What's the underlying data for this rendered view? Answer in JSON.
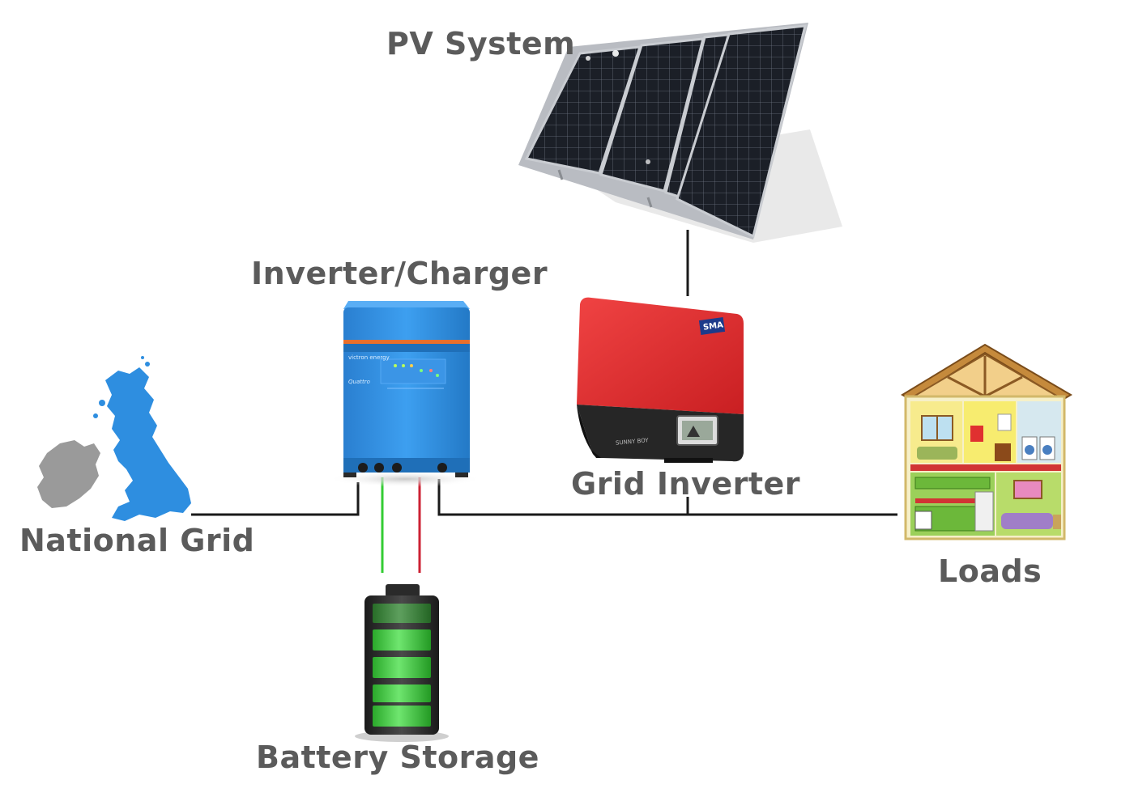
{
  "labels": {
    "pv_system": "PV System",
    "inverter_charger": "Inverter/Charger",
    "grid_inverter": "Grid Inverter",
    "national_grid": "National Grid",
    "loads": "Loads",
    "battery_storage": "Battery Storage"
  },
  "device_text": {
    "sma_logo": "SMA",
    "sunny_boy": "SUNNY BOY",
    "victron": "victron energy",
    "quattro": "Quattro"
  },
  "colors": {
    "label_text": "#5b5b5b",
    "wire": "#1a1a1a",
    "battery_negative_wire": "#33cc33",
    "battery_positive_wire": "#cc2233",
    "inverter_blue": "#2d8fdf",
    "grid_inverter_red": "#e8302f",
    "battery_green": "#3dc93d",
    "map_blue": "#2e8ee0",
    "map_grey": "#9a9a9a"
  },
  "icons": {
    "pv": "solar-panel-icon",
    "inverter": "inverter-charger-icon",
    "grid_inverter": "grid-inverter-icon",
    "national_grid": "uk-map-icon",
    "loads": "house-icon",
    "battery": "battery-icon"
  }
}
